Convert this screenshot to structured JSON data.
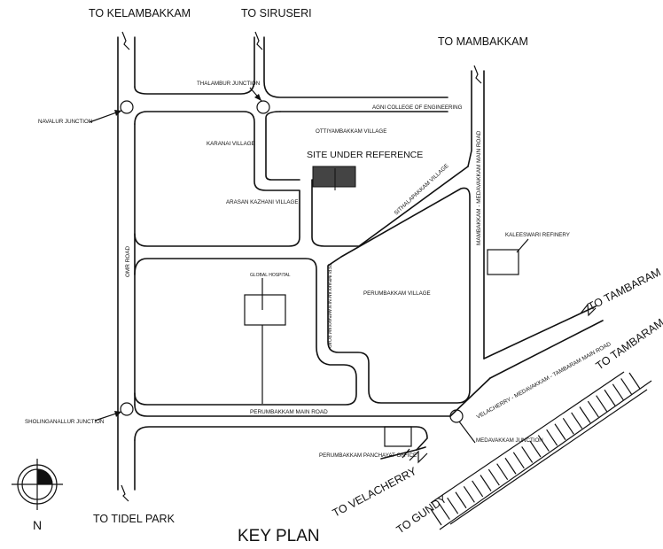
{
  "title": "KEY PLAN",
  "north": "N",
  "directions": {
    "kelambakkam": "TO KELAMBAKKAM",
    "siruseri": "TO SIRUSERI",
    "mambakkam": "TO MAMBAKKAM",
    "tambaram_road": "TO TAMBARAM",
    "tambaram_rail": "TO TAMBARAM",
    "velacherry": "TO VELACHERRY",
    "gundy": "TO GUNDY",
    "tidel_park": "TO TIDEL PARK"
  },
  "junctions": {
    "navalur": "NAVALUR JUNCTION",
    "thalambur": "THALAMBUR JUNCTION",
    "sholinganallur": "SHOLINGANALLUR JUNCTION",
    "medavakkam": "MEDAVAKKAM JUNCTION"
  },
  "places": {
    "agni_college": "AGNI COLLEGE OF ENGINEERING",
    "ottiyambakkam": "OTTIYAMBAKKAM VILLAGE",
    "karanai": "KARANAI VILLAGE",
    "arasan_kazhani": "ARASAN KAZHANI VILLAGE",
    "site": "SITE UNDER REFERENCE",
    "global_hospital": "GLOBAL HOSPITAL",
    "perumbakkam_village": "PERUMBAKKAM VILLAGE",
    "kaleeswari": "KALEESWARI REFINERY",
    "panchayat": "PERUMBAKKAM PANCHAYAT OFFICE"
  },
  "roads": {
    "omr": "OMR ROAD",
    "sithalapakkam": "SITHALAPAKKAM VILLAGE",
    "mambakkam_medavakkam": "MAMBAKKAM - MEDAVAKKAM MAIN ROAD",
    "perumbakkam_nukambakkam": "PERUMBAKKAM NUKAMBAKKAM ROAD",
    "perumbakkam_main": "PERUMBAKKAM MAIN ROAD",
    "velacherry_tambaram": "VELACHERRY - MEDAVAKKAM - TAMBARAM MAIN ROAD"
  },
  "colors": {
    "ink": "#111111",
    "site_fill": "#444444",
    "background": "#ffffff"
  }
}
